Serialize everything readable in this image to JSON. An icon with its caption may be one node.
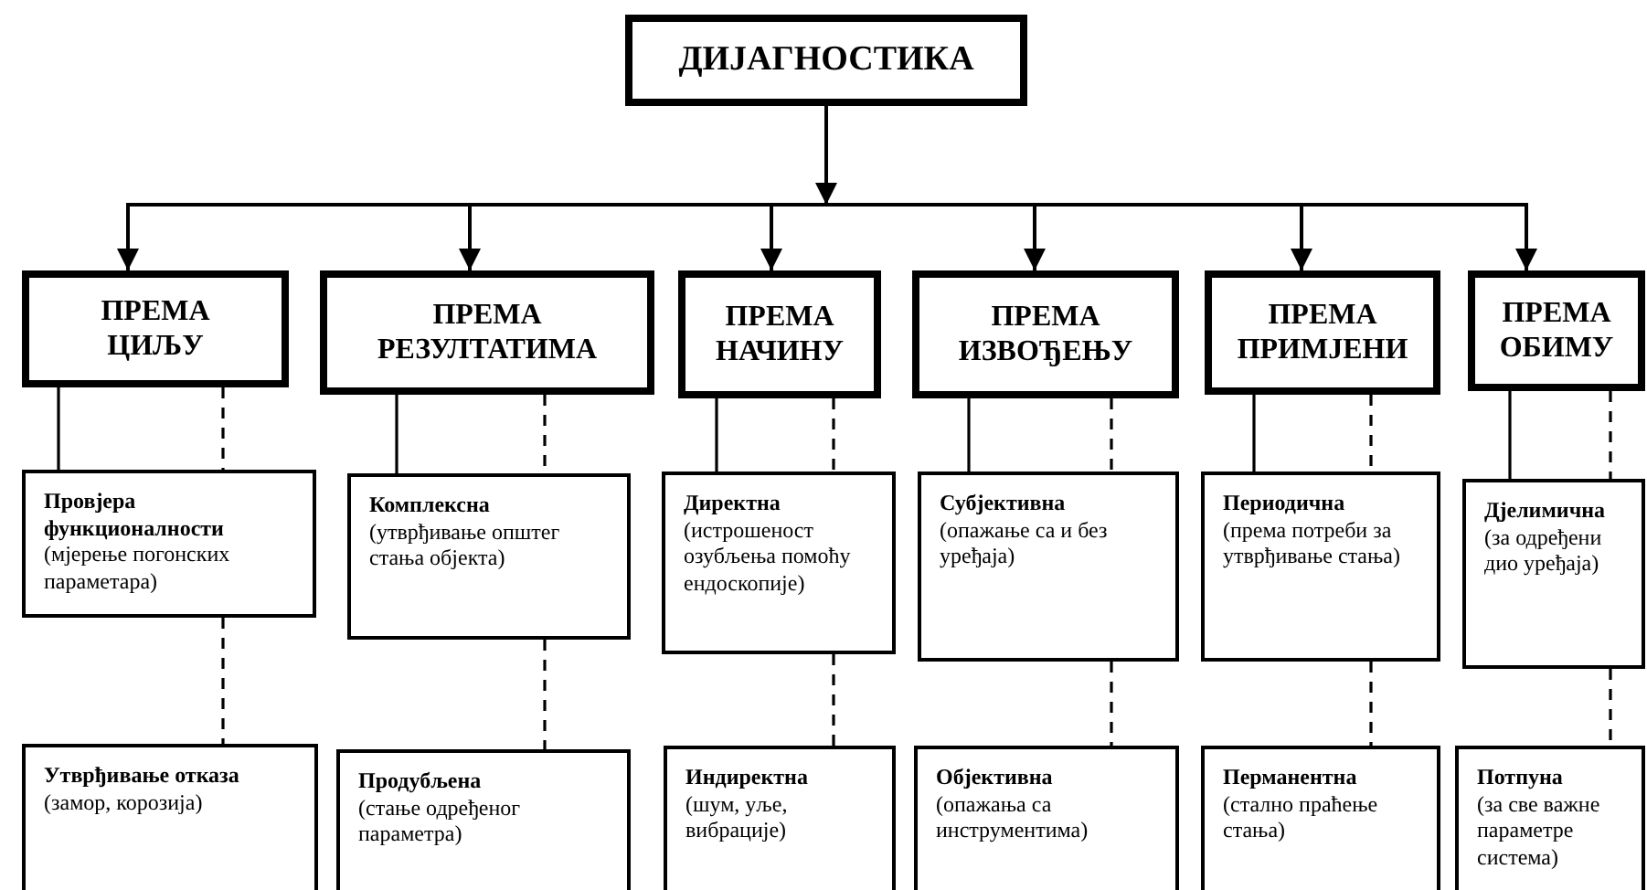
{
  "diagram": {
    "nodes": [
      {
        "text": [
          "ДИЈАГНОСТИКА"
        ]
      },
      {
        "text": [
          "ПРЕМА ЦИЉУ"
        ]
      },
      {
        "text": [
          "ПРЕМА РЕЗУЛТАТИМА"
        ]
      },
      {
        "text": [
          "ПРЕМА НАЧИНУ"
        ]
      },
      {
        "text": [
          "ПРЕМА ИЗВОЂЕЊУ"
        ]
      },
      {
        "text": [
          "ПРЕМА ПРИМЈЕНИ"
        ]
      },
      {
        "text": [
          "ПРЕМА ОБИМУ"
        ]
      },
      {
        "text": [
          "Провјера функционалности",
          "(мјерење погонских параметара)"
        ]
      },
      {
        "text": [
          "Комплексна",
          "(утврђивање општег стања објекта)"
        ]
      },
      {
        "text": [
          "Директна",
          "(истрошеност озубљења помоћу ендоскопије)"
        ]
      },
      {
        "text": [
          "Субјективна",
          "(опажање са и без уређаја)"
        ]
      },
      {
        "text": [
          "Периодична",
          "(према потреби за утврђивање стања)"
        ]
      },
      {
        "text": [
          "Дјелимична",
          "(за одређени дио уређаја)"
        ]
      },
      {
        "text": [
          "Утврђивање отказа",
          "(замор, корозија)"
        ]
      },
      {
        "text": [
          "Продубљена",
          "(стање одређеног параметра)"
        ]
      },
      {
        "text": [
          "Индиректна",
          "(шум, уље, вибрације)"
        ]
      },
      {
        "text": [
          "Објективна",
          "(опажања са инструментима)"
        ]
      },
      {
        "text": [
          "Перманентна",
          "(стално праћење стања)"
        ]
      },
      {
        "text": [
          "Потпуна",
          "(за све важне параметре система)"
        ]
      }
    ],
    "edges": [
      {
        "from": 0,
        "to": 1,
        "arrow": "to"
      },
      {
        "from": 0,
        "to": 2,
        "arrow": "to"
      },
      {
        "from": 0,
        "to": 3,
        "arrow": "to"
      },
      {
        "from": 0,
        "to": 4,
        "arrow": "to"
      },
      {
        "from": 0,
        "to": 5,
        "arrow": "to"
      },
      {
        "from": 0,
        "to": 6,
        "arrow": "to"
      },
      {
        "from": 1,
        "to": 7,
        "arrow": "none"
      },
      {
        "from": 1,
        "to": 7,
        "arrow": "none",
        "style": "dashed"
      },
      {
        "from": 7,
        "to": 13,
        "arrow": "none",
        "style": "dashed"
      },
      {
        "from": 2,
        "to": 8,
        "arrow": "none"
      },
      {
        "from": 2,
        "to": 8,
        "arrow": "none",
        "style": "dashed"
      },
      {
        "from": 8,
        "to": 14,
        "arrow": "none",
        "style": "dashed"
      },
      {
        "from": 3,
        "to": 9,
        "arrow": "none"
      },
      {
        "from": 3,
        "to": 9,
        "arrow": "none",
        "style": "dashed"
      },
      {
        "from": 9,
        "to": 15,
        "arrow": "none",
        "style": "dashed"
      },
      {
        "from": 4,
        "to": 10,
        "arrow": "none"
      },
      {
        "from": 4,
        "to": 10,
        "arrow": "none",
        "style": "dashed"
      },
      {
        "from": 10,
        "to": 16,
        "arrow": "none",
        "style": "dashed"
      },
      {
        "from": 5,
        "to": 11,
        "arrow": "none"
      },
      {
        "from": 5,
        "to": 11,
        "arrow": "none",
        "style": "dashed"
      },
      {
        "from": 11,
        "to": 17,
        "arrow": "none",
        "style": "dashed"
      },
      {
        "from": 6,
        "to": 12,
        "arrow": "none"
      },
      {
        "from": 6,
        "to": 12,
        "arrow": "none",
        "style": "dashed"
      },
      {
        "from": 12,
        "to": 18,
        "arrow": "none",
        "style": "dashed"
      }
    ]
  }
}
